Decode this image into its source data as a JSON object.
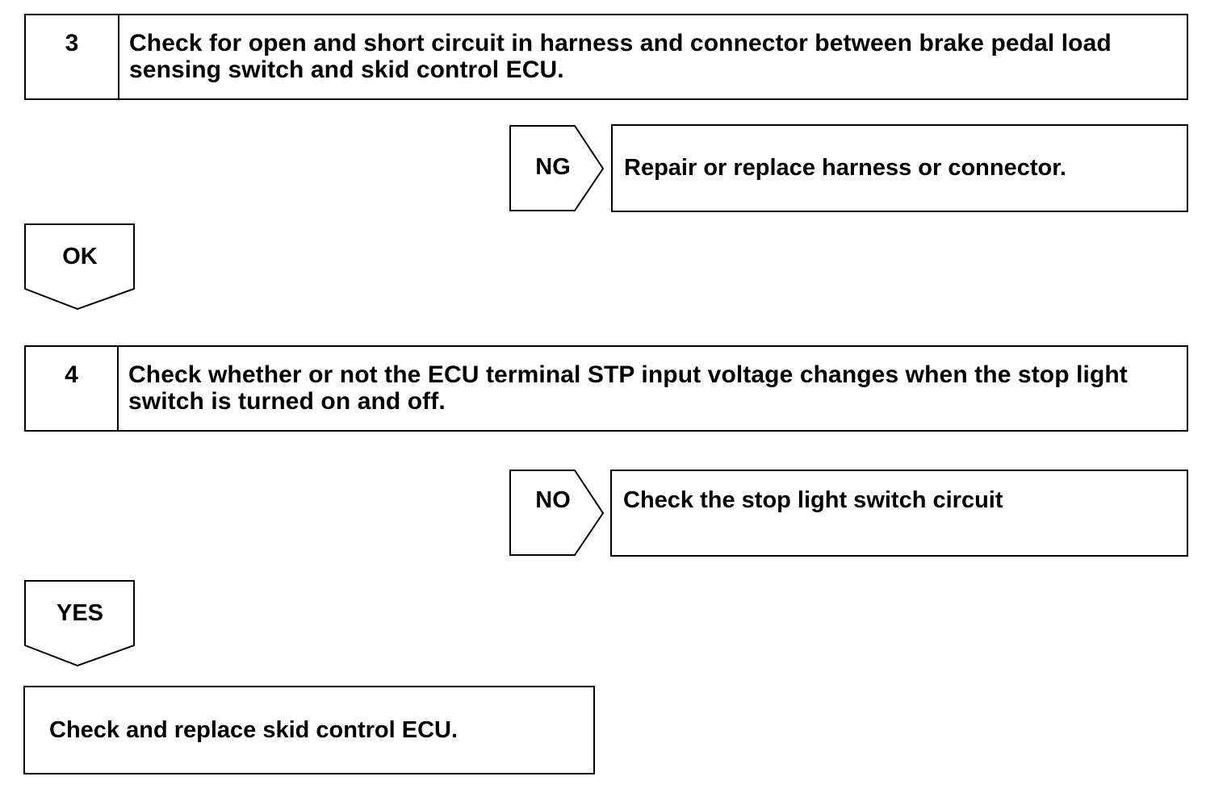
{
  "steps": [
    {
      "number": "3",
      "text": "Check for open and short circuit in harness and connector between brake pedal load sensing switch and skid control ECU."
    },
    {
      "number": "4",
      "text": "Check whether or not the ECU terminal STP input voltage changes when the stop light switch is turned on and off."
    }
  ],
  "branches": {
    "ng_label": "NG",
    "ng_result": "Repair or replace harness or connector.",
    "ok_label": "OK",
    "no_label": "NO",
    "no_result": "Check the stop light switch circuit",
    "yes_label": "YES"
  },
  "final": {
    "text": "Check and replace skid control ECU."
  }
}
